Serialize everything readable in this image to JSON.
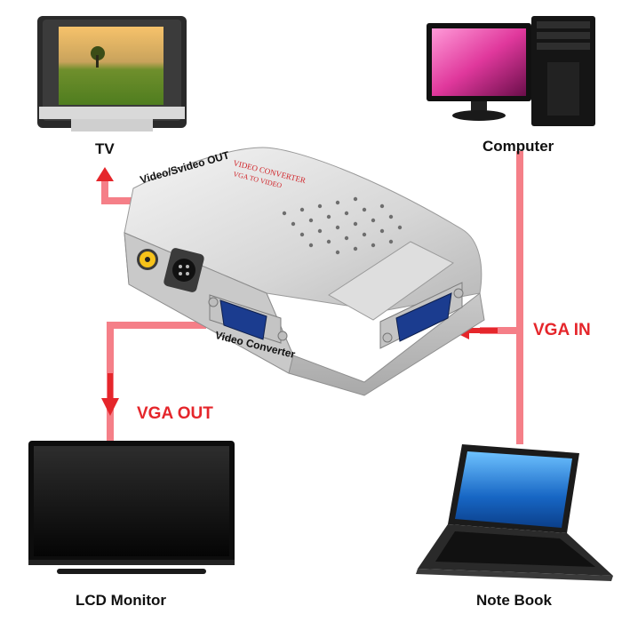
{
  "devices": {
    "tv": "TV",
    "computer": "Computer",
    "lcd_monitor": "LCD Monitor",
    "notebook": "Note Book"
  },
  "connections": {
    "video_out": "Video/Svideo OUT",
    "vga_in": "VGA IN",
    "vga_out": "VGA OUT"
  },
  "converter": {
    "caption": "Video Converter",
    "panel_title": "VIDEO CONVERTER",
    "panel_subtitle": "VGA TO VIDEO"
  },
  "colors": {
    "cable": "#f57f88",
    "arrow": "#e5262b",
    "label_red": "#e5262b"
  }
}
